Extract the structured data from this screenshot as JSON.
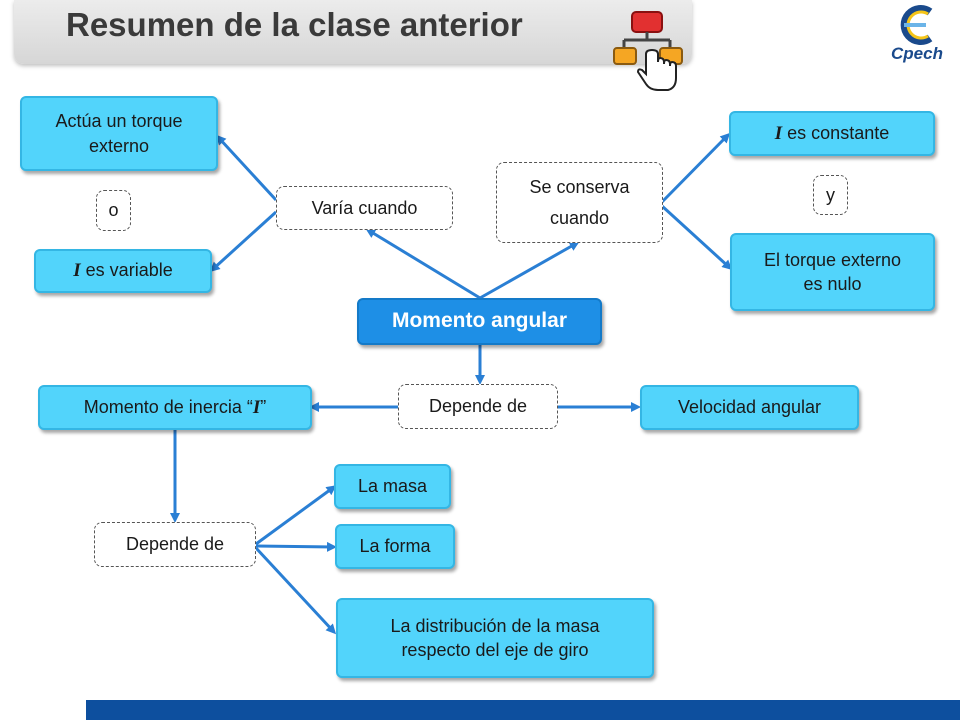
{
  "header": {
    "title": "Resumen de la clase anterior",
    "logo_text": "Cpech"
  },
  "colors": {
    "node_fill": "#52d4fb",
    "main_fill": "#1e8fe6",
    "arrow": "#2a7fd4",
    "bottom_bar": "#0d4f9e"
  },
  "diagram": {
    "center": "Momento angular",
    "varia_cuando": "Varía cuando",
    "torque_externo": "Actúa un torque externo",
    "o": "o",
    "i_variable_sym": "I",
    "i_variable": " es variable",
    "se_conserva": "Se conserva cuando",
    "i_constante_sym": "I",
    "i_constante": " es constante",
    "y": "y",
    "torque_nulo": "El torque externo es nulo",
    "depende_de_1": "Depende de",
    "momento_inercia_pre": "Momento de inercia “",
    "momento_inercia_sym": "I",
    "momento_inercia_post": "”",
    "velocidad_angular": "Velocidad angular",
    "depende_de_2": "Depende de",
    "la_masa": "La masa",
    "la_forma": "La forma",
    "distribucion": "La distribución de la masa respecto del eje de giro"
  }
}
